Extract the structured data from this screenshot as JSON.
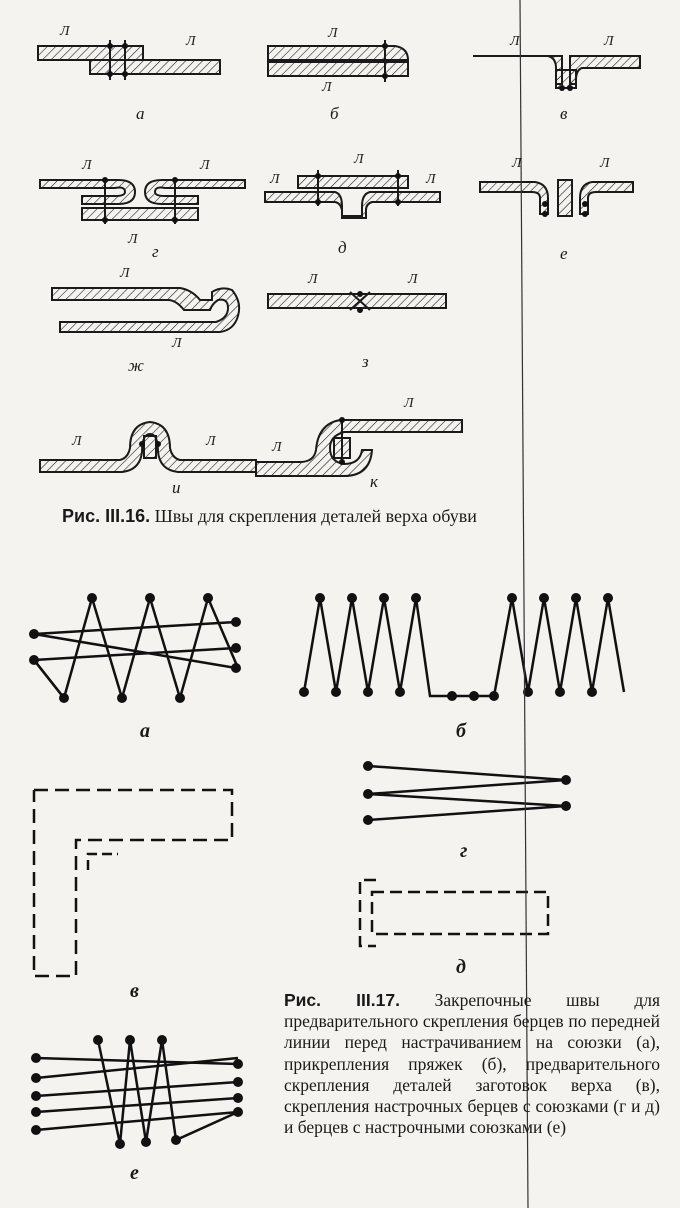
{
  "fig16": {
    "layer_letter": "Л",
    "labels": [
      "а",
      "б",
      "в",
      "г",
      "д",
      "е",
      "ж",
      "з",
      "и",
      "к"
    ],
    "caption_num": "Рис. III.16.",
    "caption_text": "Швы для скрепления деталей верха обуви"
  },
  "fig17": {
    "labels": [
      "а",
      "б",
      "в",
      "г",
      "д",
      "е"
    ],
    "caption_num": "Рис. III.17.",
    "caption_text": "Закрепочные швы для предварительного скрепления берцев по передней линии перед настрачиванием на союзки (а), прикрепления пряжек (б), предварительного скрепления деталей заготовок верха (в), скрепления настрочных берцев с союзками (г и д) и берцев с настрочными союзками (е)"
  }
}
